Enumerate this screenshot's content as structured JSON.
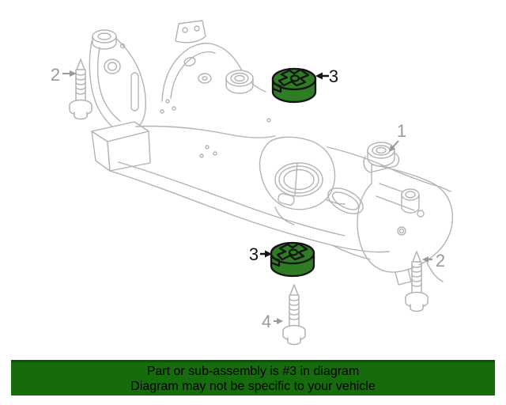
{
  "diagram": {
    "title": "suspension-crossmember-parts-diagram",
    "line_color": "#b3b3b3",
    "highlight_color": "#2e7c24",
    "callout_gray_color": "#9a9a9a",
    "callout_black_color": "#141414",
    "callouts": {
      "frame": "1",
      "bolt_left": "2",
      "bolt_right": "2",
      "bushing_top": "3",
      "bushing_bottom": "3",
      "bolt_bottom": "4"
    }
  },
  "banner": {
    "line1": "Part or sub-assembly is #3 in diagram",
    "line2": "Diagram may not be specific to your vehicle",
    "background_color": "#166b0c",
    "text_color": "#000000"
  }
}
